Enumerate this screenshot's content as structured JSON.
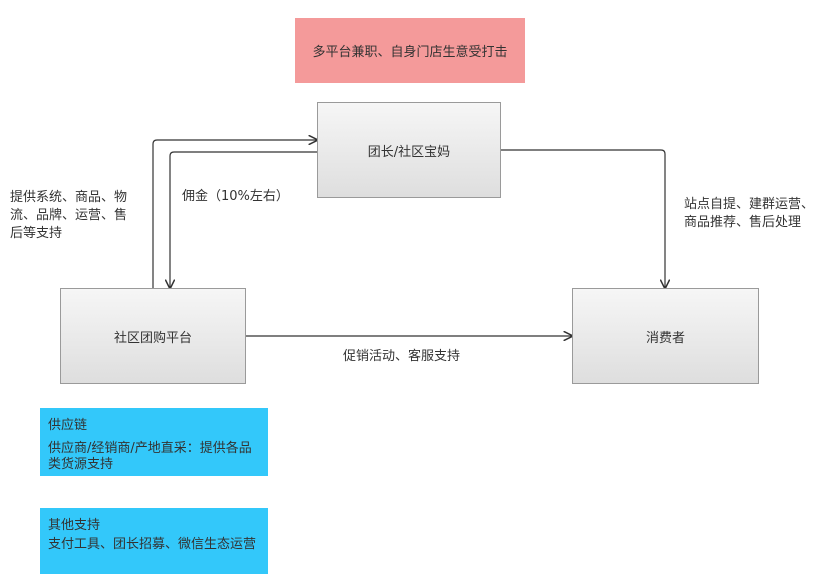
{
  "nodes": {
    "banner": "多平台兼职、自身门店生意受打击",
    "leader": "团长/社区宝妈",
    "platform": "社区团购平台",
    "consumer": "消费者"
  },
  "edges": {
    "platform_to_leader": "提供系统、商品、物\n流、品牌、运营、售\n后等支持",
    "leader_to_platform": "佣金（10%左右）",
    "leader_to_consumer": "站点自提、建群运营、\n商品推荐、售后处理",
    "platform_to_consumer": "促销活动、客服支持"
  },
  "notes": {
    "supply_title": "供应链",
    "supply_body": "供应商/经销商/产地直采：提供各品类货源支持",
    "other_title": "其他支持",
    "other_body": "支付工具、团长招募、微信生态运营"
  },
  "colors": {
    "banner": "#f49a9a",
    "note": "#33c8fa",
    "box": "#e8e8e8",
    "arrow": "#333333"
  }
}
